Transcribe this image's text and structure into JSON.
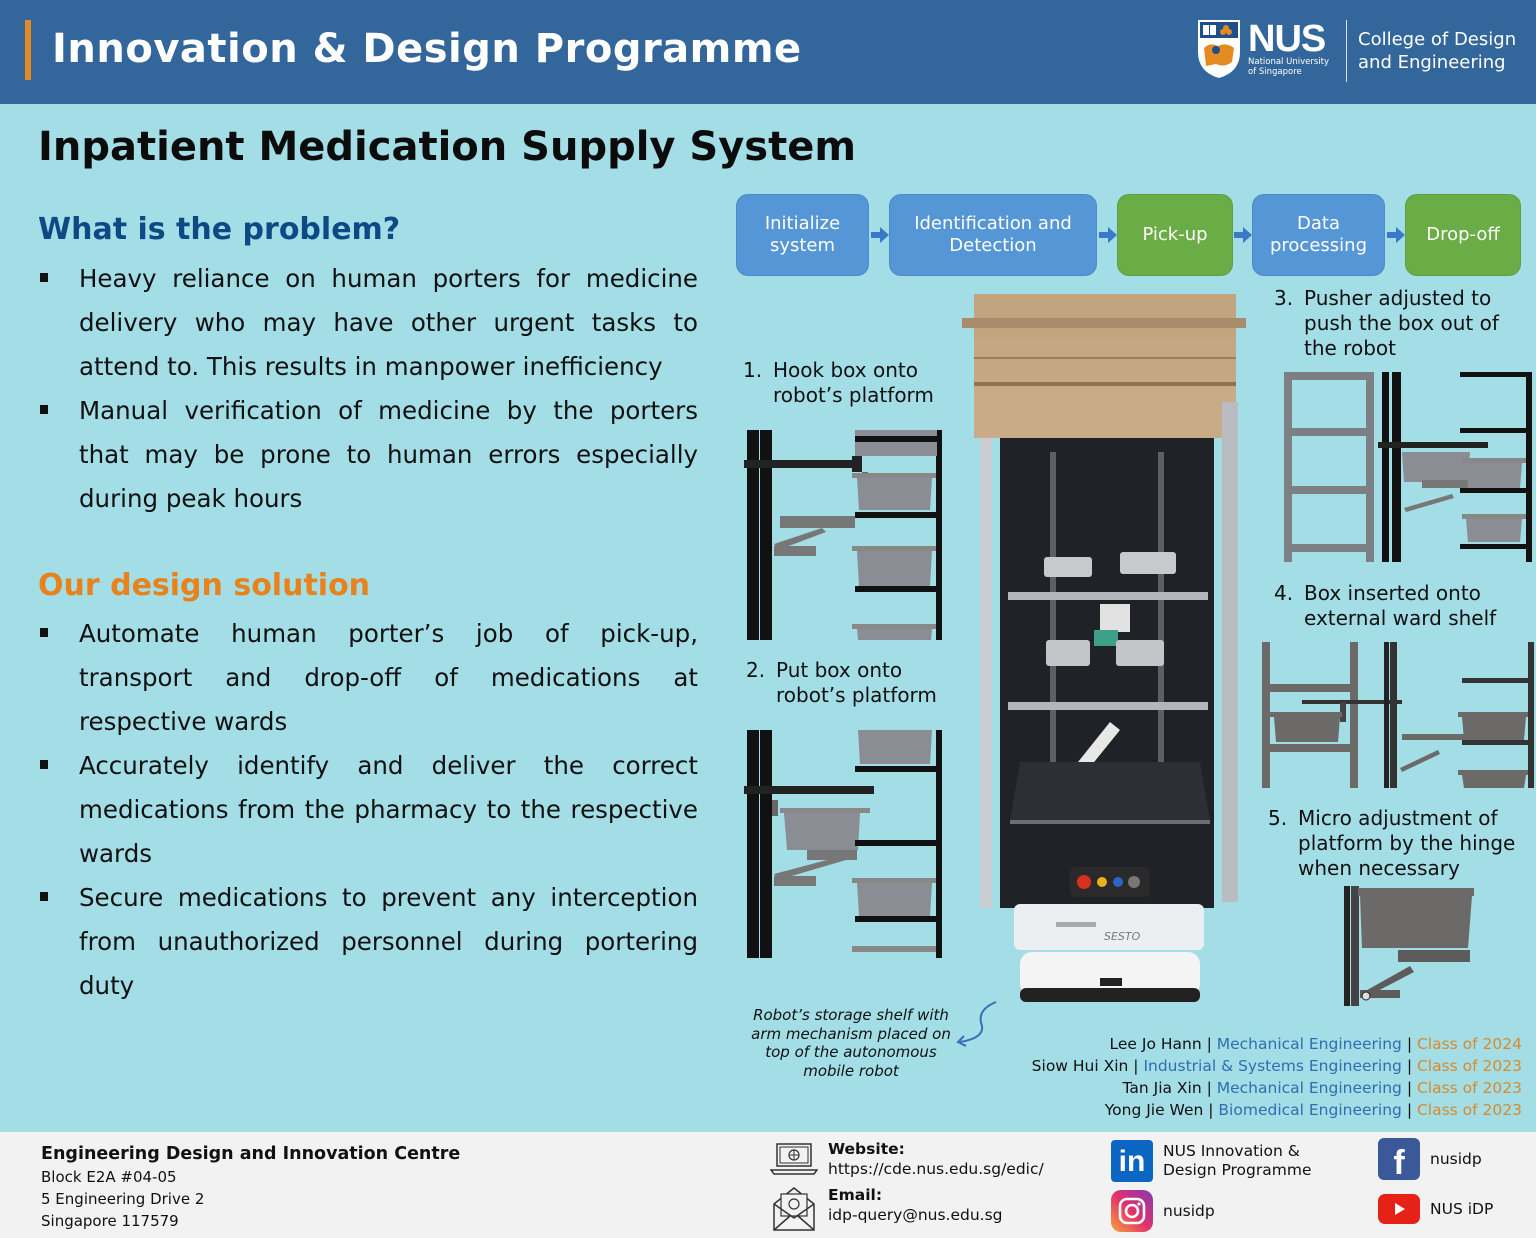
{
  "header": {
    "programme_title": "Innovation & Design Programme",
    "university": {
      "abbr": "NUS",
      "full_line1": "National University",
      "full_line2": "of Singapore"
    },
    "college_line1": "College of Design",
    "college_line2": "and Engineering",
    "colors": {
      "bar": "#33669a",
      "accent": "#e38a22"
    }
  },
  "poster": {
    "title": "Inpatient Medication Supply System"
  },
  "problem": {
    "heading": "What is the problem?",
    "bullets": [
      "Heavy reliance on human porters for medicine delivery who may have other urgent tasks to attend to. This results in manpower inefficiency",
      "Manual verification of medicine by the porters that may be prone to human errors especially during peak hours"
    ],
    "color": "#0d4a85"
  },
  "solution": {
    "heading": "Our design solution",
    "bullets": [
      "Automate human porter’s job of pick-up, transport and drop-off of medications at respective wards",
      "Accurately identify and deliver the correct medications from the pharmacy to the respective wards",
      "Secure medications to prevent any interception from unauthorized personnel during portering duty"
    ],
    "color": "#e7821c"
  },
  "flow": {
    "steps": [
      {
        "line1": "Initialize",
        "line2": "system",
        "color": "blue"
      },
      {
        "line1": "Identification and",
        "line2": "Detection",
        "color": "blue"
      },
      {
        "line1": "Pick-up",
        "line2": "",
        "color": "green"
      },
      {
        "line1": "Data",
        "line2": "processing",
        "color": "blue"
      },
      {
        "line1": "Drop-off",
        "line2": "",
        "color": "green"
      }
    ],
    "colors": {
      "blue": "#5596d6",
      "green": "#6aac45",
      "arrow": "#3a78c9"
    }
  },
  "steps": [
    {
      "num": "1.",
      "line1": "Hook box onto",
      "line2": "robot’s platform"
    },
    {
      "num": "2.",
      "line1": "Put box onto",
      "line2": "robot’s platform"
    },
    {
      "num": "3.",
      "line1": "Pusher adjusted to",
      "line2": "push the box out of",
      "line3": "the robot"
    },
    {
      "num": "4.",
      "line1": "Box inserted onto",
      "line2": "external ward shelf"
    },
    {
      "num": "5.",
      "line1": "Micro adjustment of",
      "line2": "platform by the hinge",
      "line3": "when necessary"
    }
  ],
  "robot": {
    "brand_label": "SESTO",
    "caption": "Robot’s storage shelf with arm mechanism placed on top of the autonomous mobile robot"
  },
  "team": [
    {
      "name": "Lee Jo Hann",
      "major": "Mechanical Engineering",
      "class": "Class of 2024"
    },
    {
      "name": "Siow Hui Xin",
      "major": "Industrial & Systems Engineering",
      "class": "Class of 2023"
    },
    {
      "name": "Tan Jia Xin",
      "major": "Mechanical Engineering",
      "class": "Class of 2023"
    },
    {
      "name": "Yong Jie Wen",
      "major": "Biomedical Engineering",
      "class": "Class of 2023"
    }
  ],
  "footer": {
    "org": "Engineering Design and Innovation Centre",
    "address": [
      "Block E2A #04-05",
      "5 Engineering Drive 2",
      "Singapore 117579"
    ],
    "website_label": "Website:",
    "website": "https://cde.nus.edu.sg/edic/",
    "email_label": "Email:",
    "email": "idp-query@nus.edu.sg",
    "linkedin": {
      "icon": "linkedin-icon",
      "line1": "NUS Innovation &",
      "line2": "Design Programme"
    },
    "instagram": {
      "icon": "instagram-icon",
      "label": "nusidp"
    },
    "facebook": {
      "icon": "facebook-icon",
      "label": "nusidp"
    },
    "youtube": {
      "icon": "youtube-icon",
      "label": "NUS iDP"
    }
  }
}
